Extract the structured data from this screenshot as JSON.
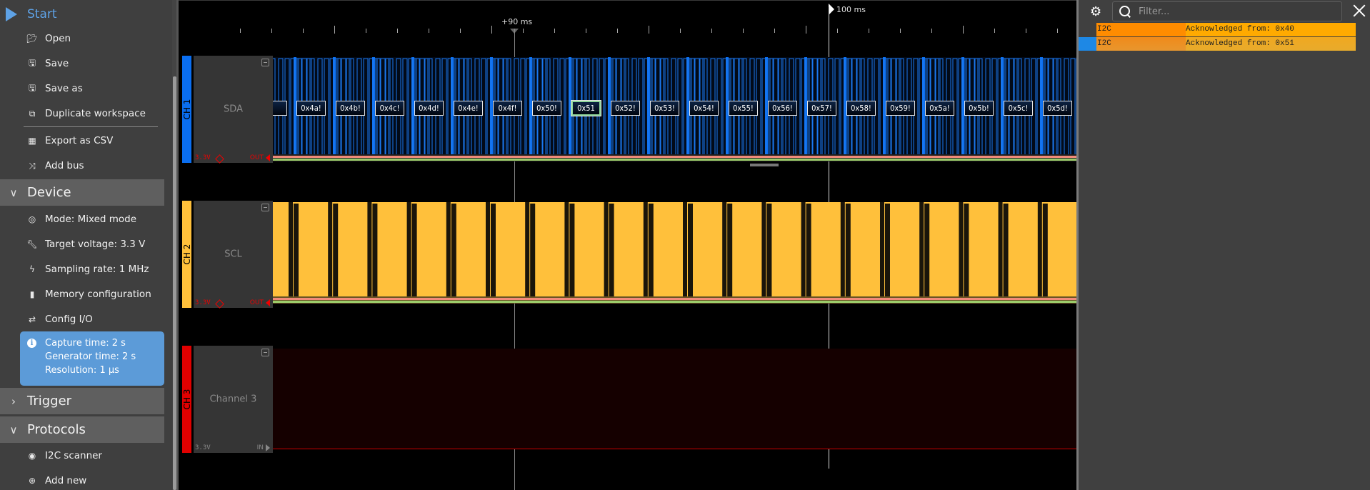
{
  "sidebar": {
    "start_label": "Start",
    "file_items": [
      {
        "icon": "folder-open-icon",
        "label": "Open"
      },
      {
        "icon": "save-icon",
        "label": "Save"
      },
      {
        "icon": "save-as-icon",
        "label": "Save as"
      },
      {
        "icon": "duplicate-icon",
        "label": "Duplicate workspace"
      }
    ],
    "tool_items": [
      {
        "icon": "table-icon",
        "label": "Export as CSV"
      },
      {
        "icon": "shuffle-icon",
        "label": "Add bus"
      }
    ],
    "device": {
      "label": "Device",
      "expanded": true,
      "items": [
        {
          "icon": "mode-icon",
          "label": "Mode: Mixed mode"
        },
        {
          "icon": "wrench-icon",
          "label": "Target voltage: 3.3 V"
        },
        {
          "icon": "lightning-icon",
          "label": "Sampling rate: 1 MHz"
        },
        {
          "icon": "chip-icon",
          "label": "Memory configuration"
        },
        {
          "icon": "arrows-exchange-icon",
          "label": "Config I/O"
        }
      ],
      "info": {
        "capture_time": "Capture time: 2 s",
        "generator_time": "Generator time: 2 s",
        "resolution": "Resolution: 1 µs"
      }
    },
    "trigger": {
      "label": "Trigger",
      "expanded": false
    },
    "protocols": {
      "label": "Protocols",
      "expanded": true,
      "items": [
        {
          "icon": "eye-icon",
          "label": "I2C scanner"
        },
        {
          "icon": "plus-circle-icon",
          "label": "Add new"
        }
      ]
    }
  },
  "timeline": {
    "cursor_a_label": "+90 ms",
    "cursor_b_label": "100 ms"
  },
  "channels": [
    {
      "id": "CH 1",
      "name": "SDA",
      "color": "#0a6ef0",
      "voltage": "3.3V",
      "direction": "OUT",
      "decodes": [
        "0x4a!",
        "0x4b!",
        "0x4c!",
        "0x4d!",
        "0x4e!",
        "0x4f!",
        "0x50!",
        "0x51",
        "0x52!",
        "0x53!",
        "0x54!",
        "0x55!",
        "0x56!",
        "0x57!",
        "0x58!",
        "0x59!",
        "0x5a!",
        "0x5b!",
        "0x5c!",
        "0x5d!"
      ],
      "selected_decode": "0x51"
    },
    {
      "id": "CH 2",
      "name": "SCL",
      "color": "#ffc03b",
      "voltage": "3.3V",
      "direction": "OUT"
    },
    {
      "id": "CH 3",
      "name": "Channel 3",
      "color": "#e00000",
      "voltage": "3.3V",
      "direction": "IN"
    }
  ],
  "protocol_panel": {
    "filter_placeholder": "Filter...",
    "filter_value": "",
    "rows": [
      {
        "protocol": "I2C",
        "message": "Acknowledged from: 0x40"
      },
      {
        "protocol": "I2C",
        "message": "Acknowledged from: 0x51"
      }
    ],
    "selected_row": 1
  },
  "colors": {
    "accent": "#5ea2e6",
    "sda": "#0a6ef0",
    "scl": "#ffc03b",
    "ch3": "#e00000",
    "info_box": "#5c9bd8",
    "row_orange": "#ff8c00",
    "row_amber": "#ffaa00"
  }
}
